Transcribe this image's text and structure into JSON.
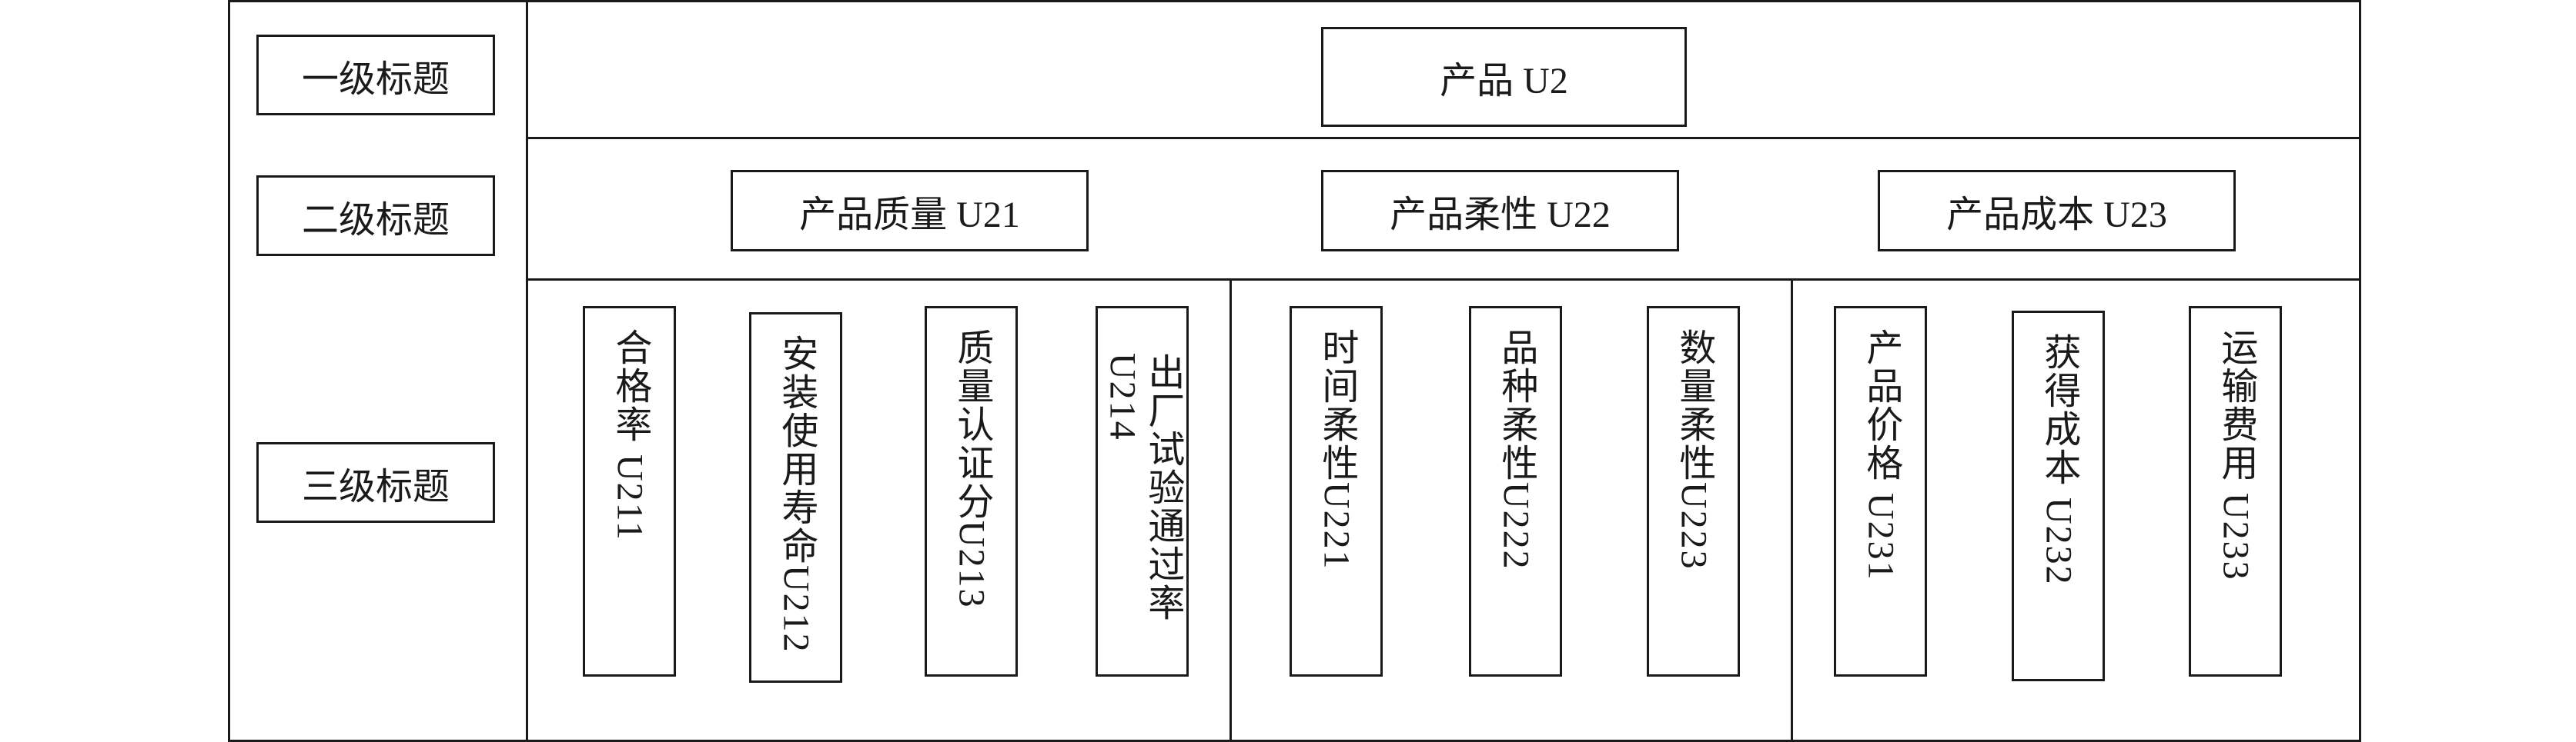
{
  "levels": {
    "level1": "一级标题",
    "level2": "二级标题",
    "level3": "三级标题"
  },
  "root": {
    "label": "产品 U2"
  },
  "second": [
    {
      "label": "产品质量 U21"
    },
    {
      "label": "产品柔性 U22"
    },
    {
      "label": "产品成本  U23"
    }
  ],
  "third": [
    {
      "label": "合格率 U211"
    },
    {
      "label": "安装使用寿命U212"
    },
    {
      "label": "质量认证分U213"
    },
    {
      "label": "出厂试验通过率\nU214"
    },
    {
      "label": "时间柔性U221"
    },
    {
      "label": "品种柔性U222"
    },
    {
      "label": "数量柔性U223"
    },
    {
      "label": "产品价格 U231"
    },
    {
      "label": "获得成本 U232"
    },
    {
      "label": "运输费用 U233"
    }
  ]
}
